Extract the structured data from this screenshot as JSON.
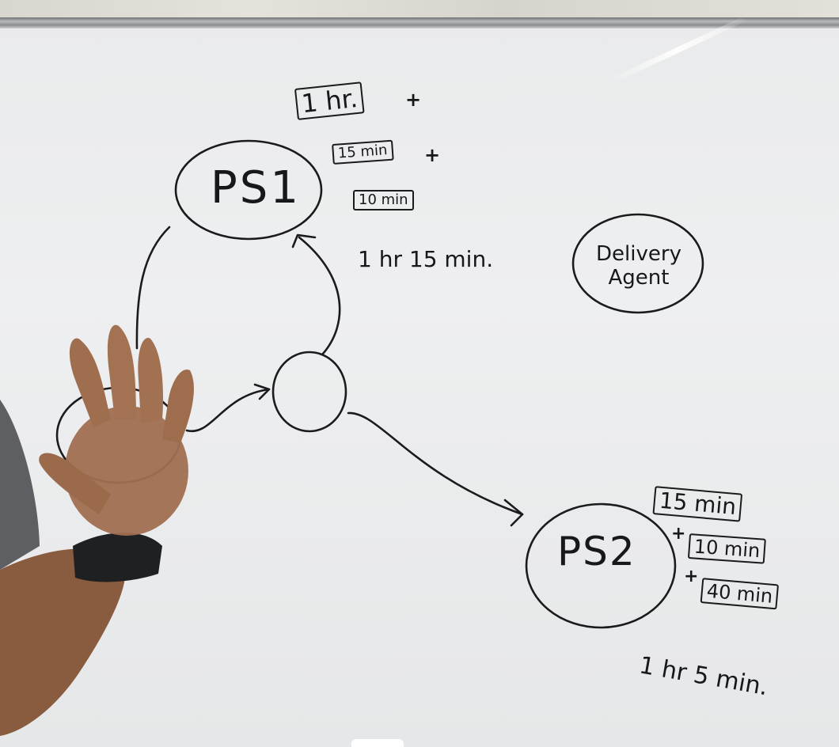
{
  "nodes": {
    "ps1": "PS1",
    "ps2": "PS2",
    "delivery_agent": "Delivery Agent"
  },
  "ps1_times": {
    "item1": "1 hr.",
    "item2": "15 min",
    "item3": "10 min",
    "plus": "+",
    "total": "1 hr 15 min."
  },
  "ps2_times": {
    "item1": "15 min",
    "item2": "10 min",
    "item3": "40 min",
    "plus": "+",
    "total": "1 hr 5 min."
  },
  "colors": {
    "ink": "#1b1b1d",
    "board": "#ebeced",
    "skin": "#9b6b4c",
    "shirt": "#5d5f62"
  }
}
